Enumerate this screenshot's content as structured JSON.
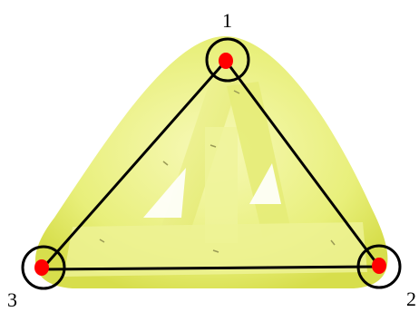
{
  "vertices": [
    {
      "label": "1"
    },
    {
      "label": "2"
    },
    {
      "label": "3"
    }
  ],
  "colors": {
    "object_fill": "#e8ef7a",
    "object_light": "#f7f9b8",
    "object_shadow": "#c9d03f",
    "vertex_dot": "#ff0000",
    "outline": "#000000"
  }
}
